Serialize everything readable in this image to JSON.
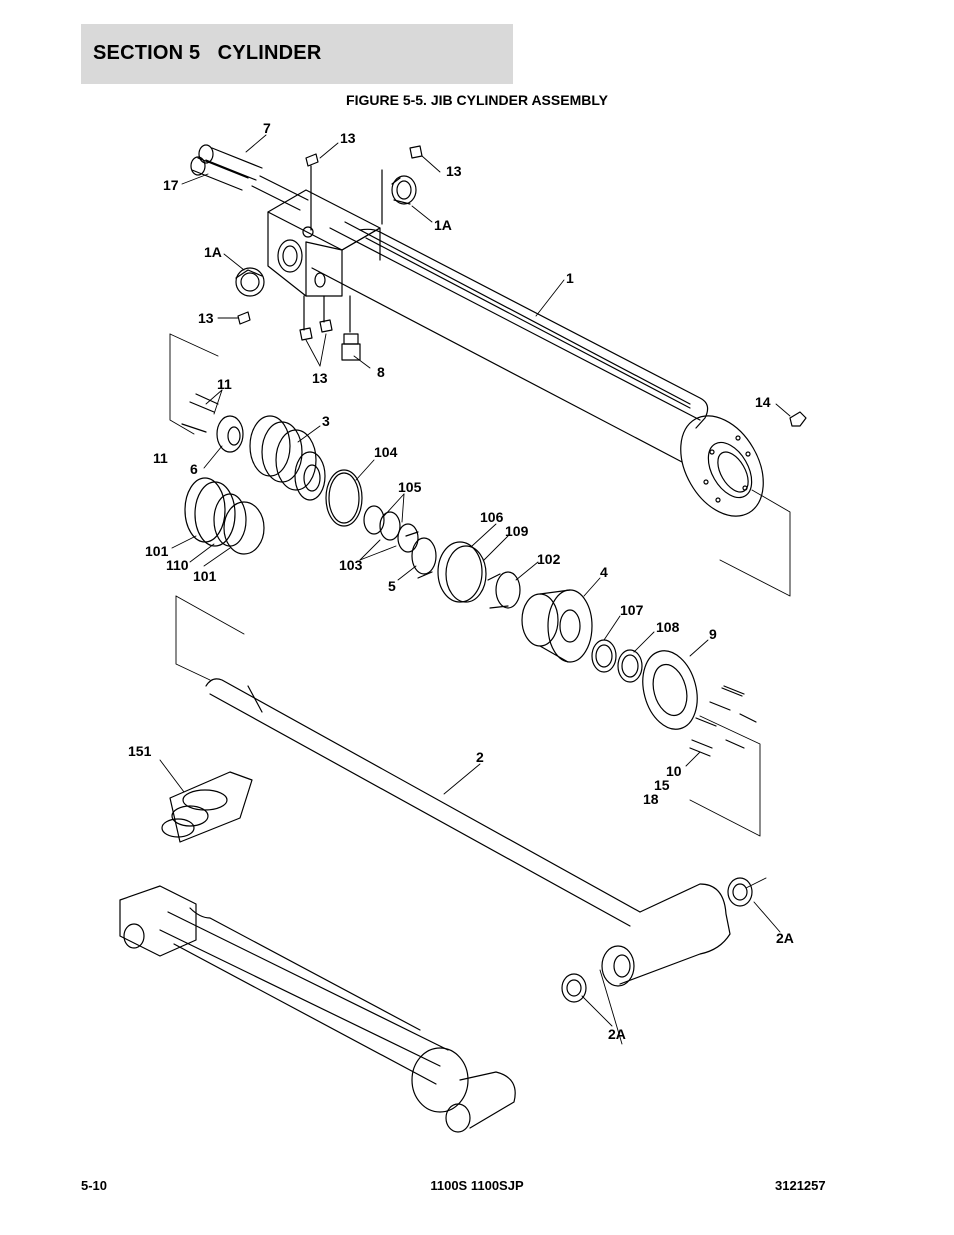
{
  "header": {
    "section_title": "SECTION 5   CYLINDER"
  },
  "figure": {
    "title": "FIGURE 5-5. JIB CYLINDER ASSEMBLY",
    "callouts": [
      "7",
      "13",
      "17",
      "13",
      "1A",
      "1A",
      "1",
      "13",
      "13",
      "8",
      "11",
      "3",
      "11",
      "6",
      "104",
      "105",
      "101",
      "110",
      "101",
      "106",
      "109",
      "103",
      "5",
      "102",
      "4",
      "107",
      "108",
      "9",
      "14",
      "151",
      "2",
      "10",
      "15",
      "18",
      "2A",
      "2A"
    ]
  },
  "footer": {
    "page_number": "5-10",
    "model": "1100S 1100SJP",
    "doc_number": "3121257"
  }
}
